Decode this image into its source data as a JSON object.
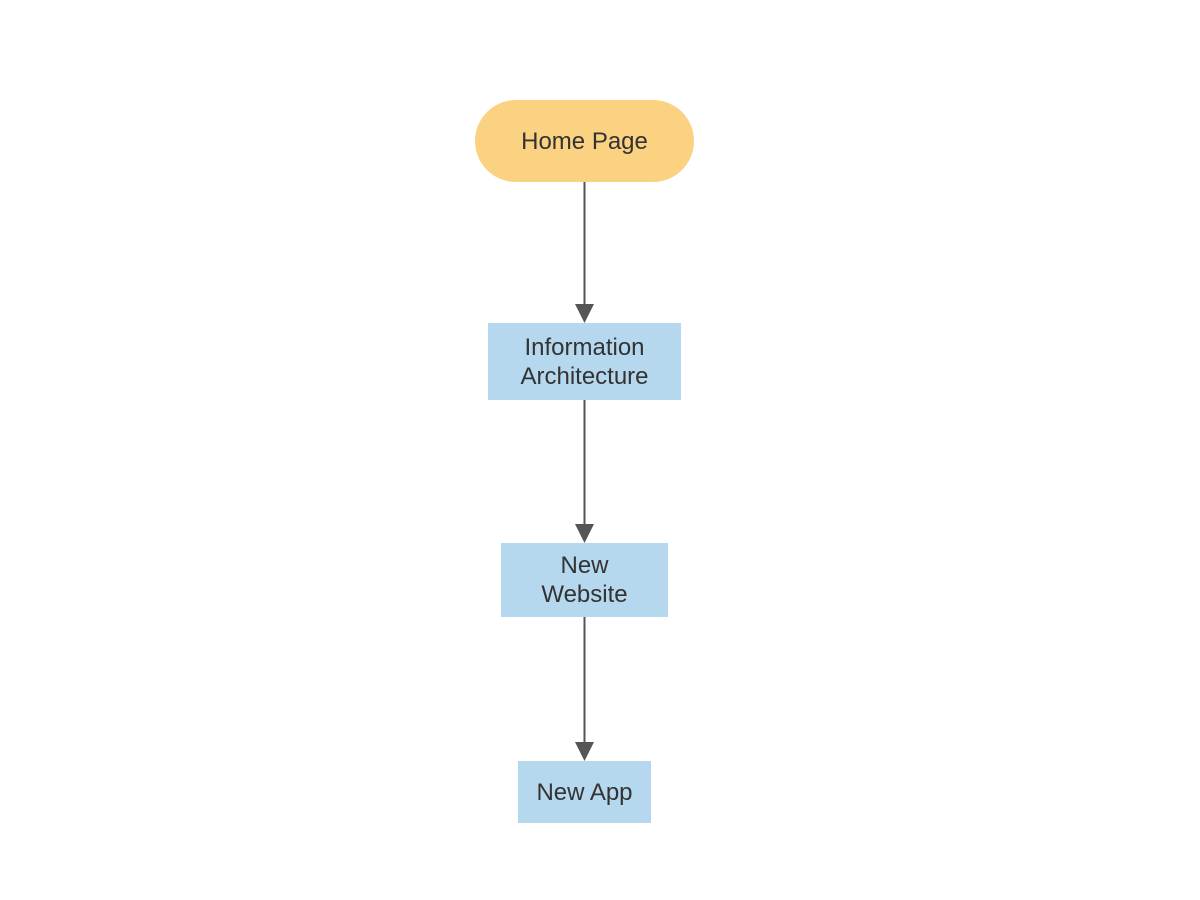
{
  "diagram": {
    "type": "flowchart",
    "direction": "top-to-bottom",
    "colors": {
      "start_fill": "#fbd281",
      "process_fill": "#b5d8ef",
      "text": "#333333",
      "connector": "#555555"
    },
    "nodes": [
      {
        "id": "home",
        "shape": "rounded-pill",
        "label_lines": [
          "Home Page"
        ]
      },
      {
        "id": "ia",
        "shape": "rectangle",
        "label_lines": [
          "Information",
          "Architecture"
        ]
      },
      {
        "id": "website",
        "shape": "rectangle",
        "label_lines": [
          "New",
          "Website"
        ]
      },
      {
        "id": "app",
        "shape": "rectangle",
        "label_lines": [
          "New App"
        ]
      }
    ],
    "edges": [
      {
        "from": "home",
        "to": "ia"
      },
      {
        "from": "ia",
        "to": "website"
      },
      {
        "from": "website",
        "to": "app"
      }
    ]
  }
}
